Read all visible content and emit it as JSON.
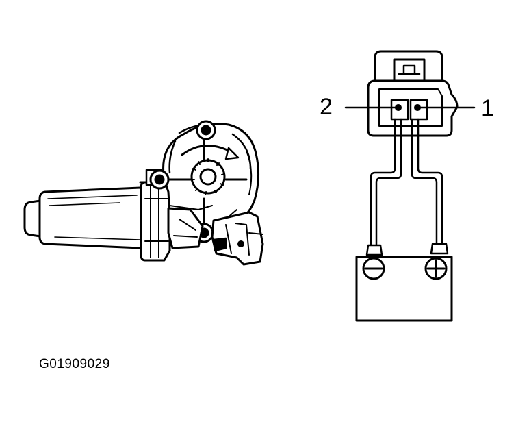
{
  "diagram": {
    "pin_labels": {
      "pin_2": "2",
      "pin_1": "1"
    },
    "figure_code": "G01909029"
  },
  "colors": {
    "ink": "#000000",
    "background": "#ffffff"
  },
  "icons": {
    "motor": "window-motor-illustration",
    "connector": "connector-icon",
    "battery": "battery-icon"
  }
}
